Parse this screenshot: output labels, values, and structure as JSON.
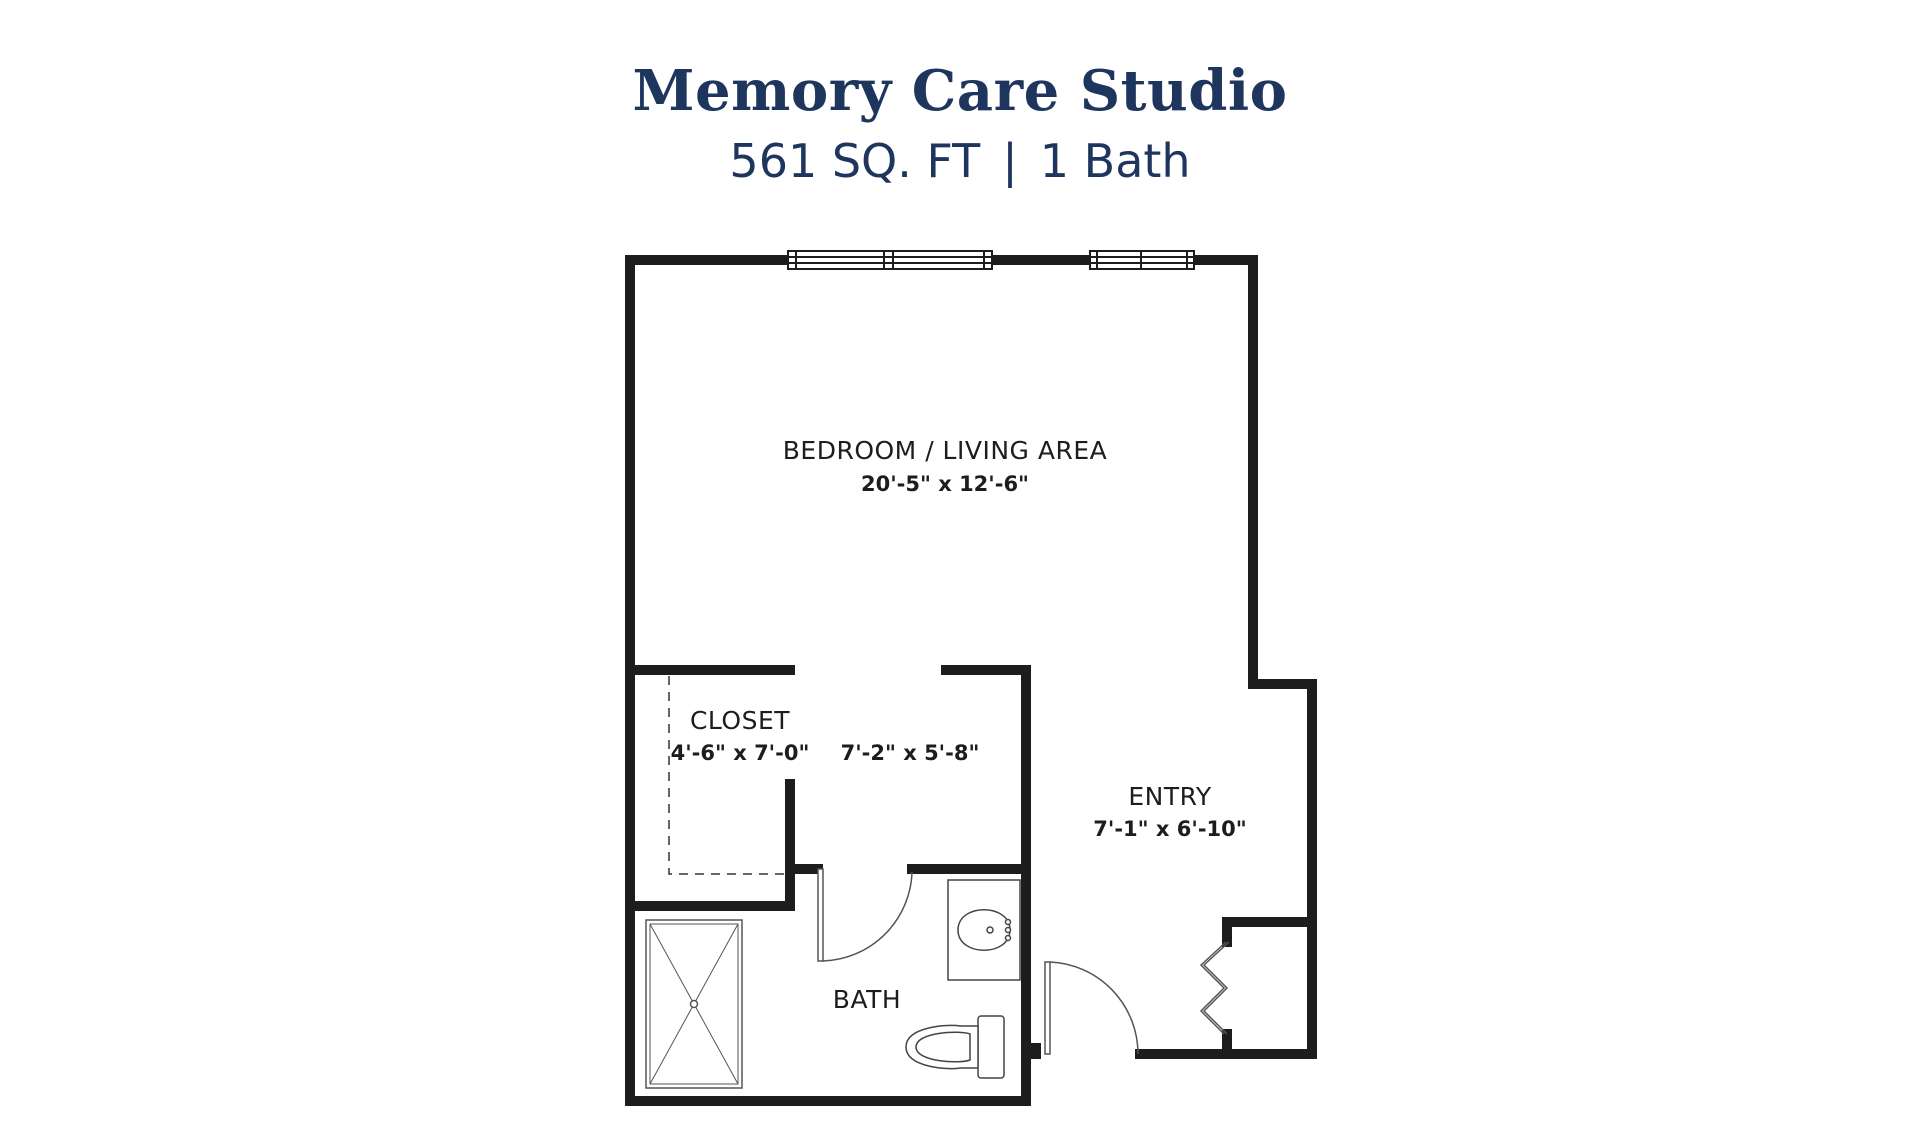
{
  "header": {
    "title": "Memory Care Studio",
    "area": "561 SQ. FT",
    "separator": "|",
    "baths": "1 Bath"
  },
  "colors": {
    "title": "#1e355e",
    "wall": "#1d1d1d",
    "fixture": "#555555"
  },
  "rooms": {
    "bedroom": {
      "name": "BEDROOM / LIVING AREA",
      "dims": "20'-5\" x 12'-6\""
    },
    "closet": {
      "name": "CLOSET",
      "dims": "4'-6\" x 7'-0\""
    },
    "hall": {
      "dims": "7'-2\" x 5'-8\""
    },
    "entry": {
      "name": "ENTRY",
      "dims": "7'-1\" x 6'-10\""
    },
    "bath": {
      "name": "BATH"
    }
  },
  "fixtures": [
    "window",
    "window",
    "shower",
    "sink",
    "toilet",
    "door",
    "door",
    "bifold-door"
  ]
}
